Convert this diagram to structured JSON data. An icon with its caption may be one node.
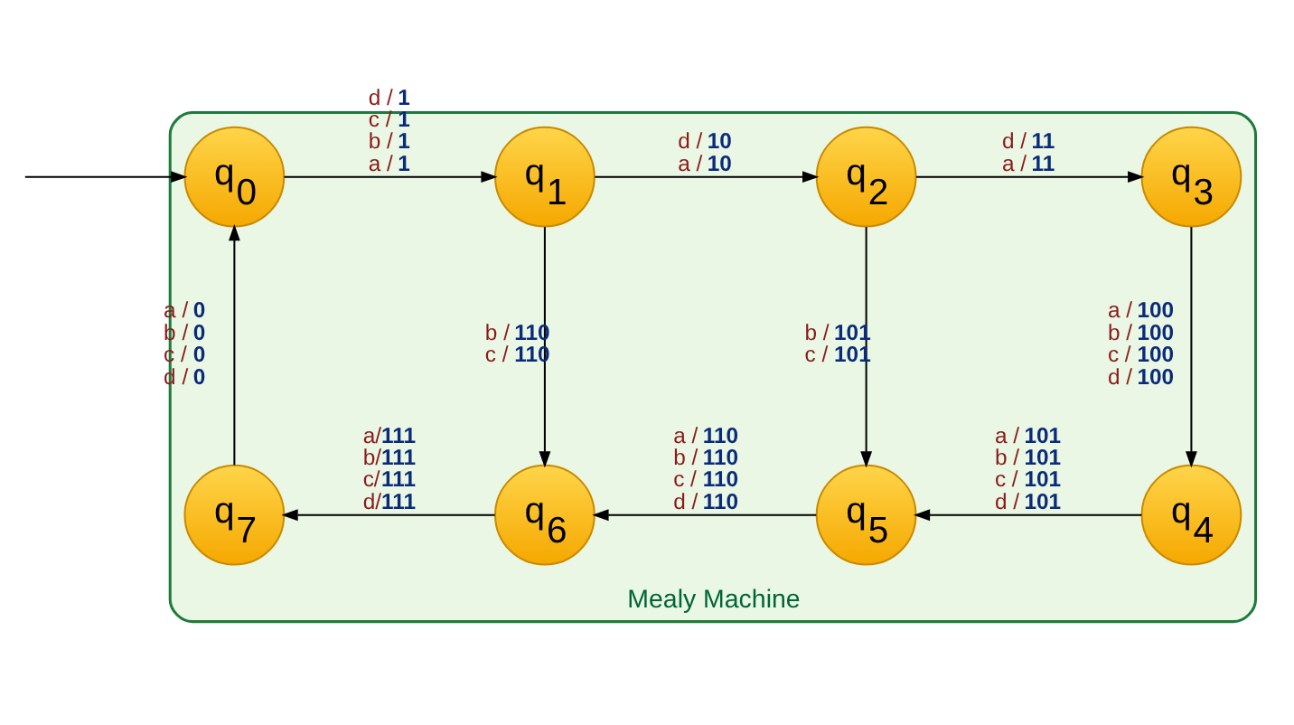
{
  "diagram": {
    "nodes": [
      {
        "text": [
          "Mealy Machine"
        ]
      },
      {
        "text": [
          "q$_{0}$"
        ],
        "in": 0
      },
      {
        "text": [
          "q$_{1}$"
        ],
        "in": 0
      },
      {
        "text": [
          "q$_{2}$"
        ],
        "in": 0
      },
      {
        "text": [
          "q$_{3}$"
        ],
        "in": 0
      },
      {
        "text": [
          "q$_{4}$"
        ],
        "in": 0
      },
      {
        "text": [
          "q$_{5}$"
        ],
        "in": 0
      },
      {
        "text": [
          "q$_{6}$"
        ],
        "in": 0
      },
      {
        "text": [
          "q$_{7}$"
        ],
        "in": 0
      }
    ],
    "edges": [
      {
        "from": null,
        "to": 1,
        "arrow": "to"
      },
      {
        "from": 1,
        "to": 2,
        "arrow": "to",
        "label": "d / 1 c / 1 b / 1 a / 1"
      },
      {
        "from": 2,
        "to": 3,
        "arrow": "to",
        "label": "d / 10 a / 10"
      },
      {
        "from": 3,
        "to": 4,
        "arrow": "to",
        "label": "d / 11 a / 11"
      },
      {
        "from": 4,
        "to": 5,
        "arrow": "to",
        "label": "a / 100 b / 100 c / 100 d / 100"
      },
      {
        "from": 5,
        "to": 6,
        "arrow": "to",
        "label": "a / 101 b / 101 c / 101 d / 101"
      },
      {
        "from": 6,
        "to": 7,
        "arrow": "to",
        "label": "a / 110 b / 110 c / 110 d / 110"
      },
      {
        "from": 7,
        "to": 8,
        "arrow": "to",
        "label": "a/111 b/111 c/111 d/111"
      },
      {
        "from": 8,
        "to": 1,
        "arrow": "to",
        "label": "a / 0 b / 0 c / 0 d / 0"
      },
      {
        "from": 2,
        "to": 7,
        "arrow": "to",
        "label": "b / 110 c / 110"
      },
      {
        "from": 3,
        "to": 6,
        "arrow": "to",
        "label": "b / 101 c / 101"
      }
    ]
  }
}
